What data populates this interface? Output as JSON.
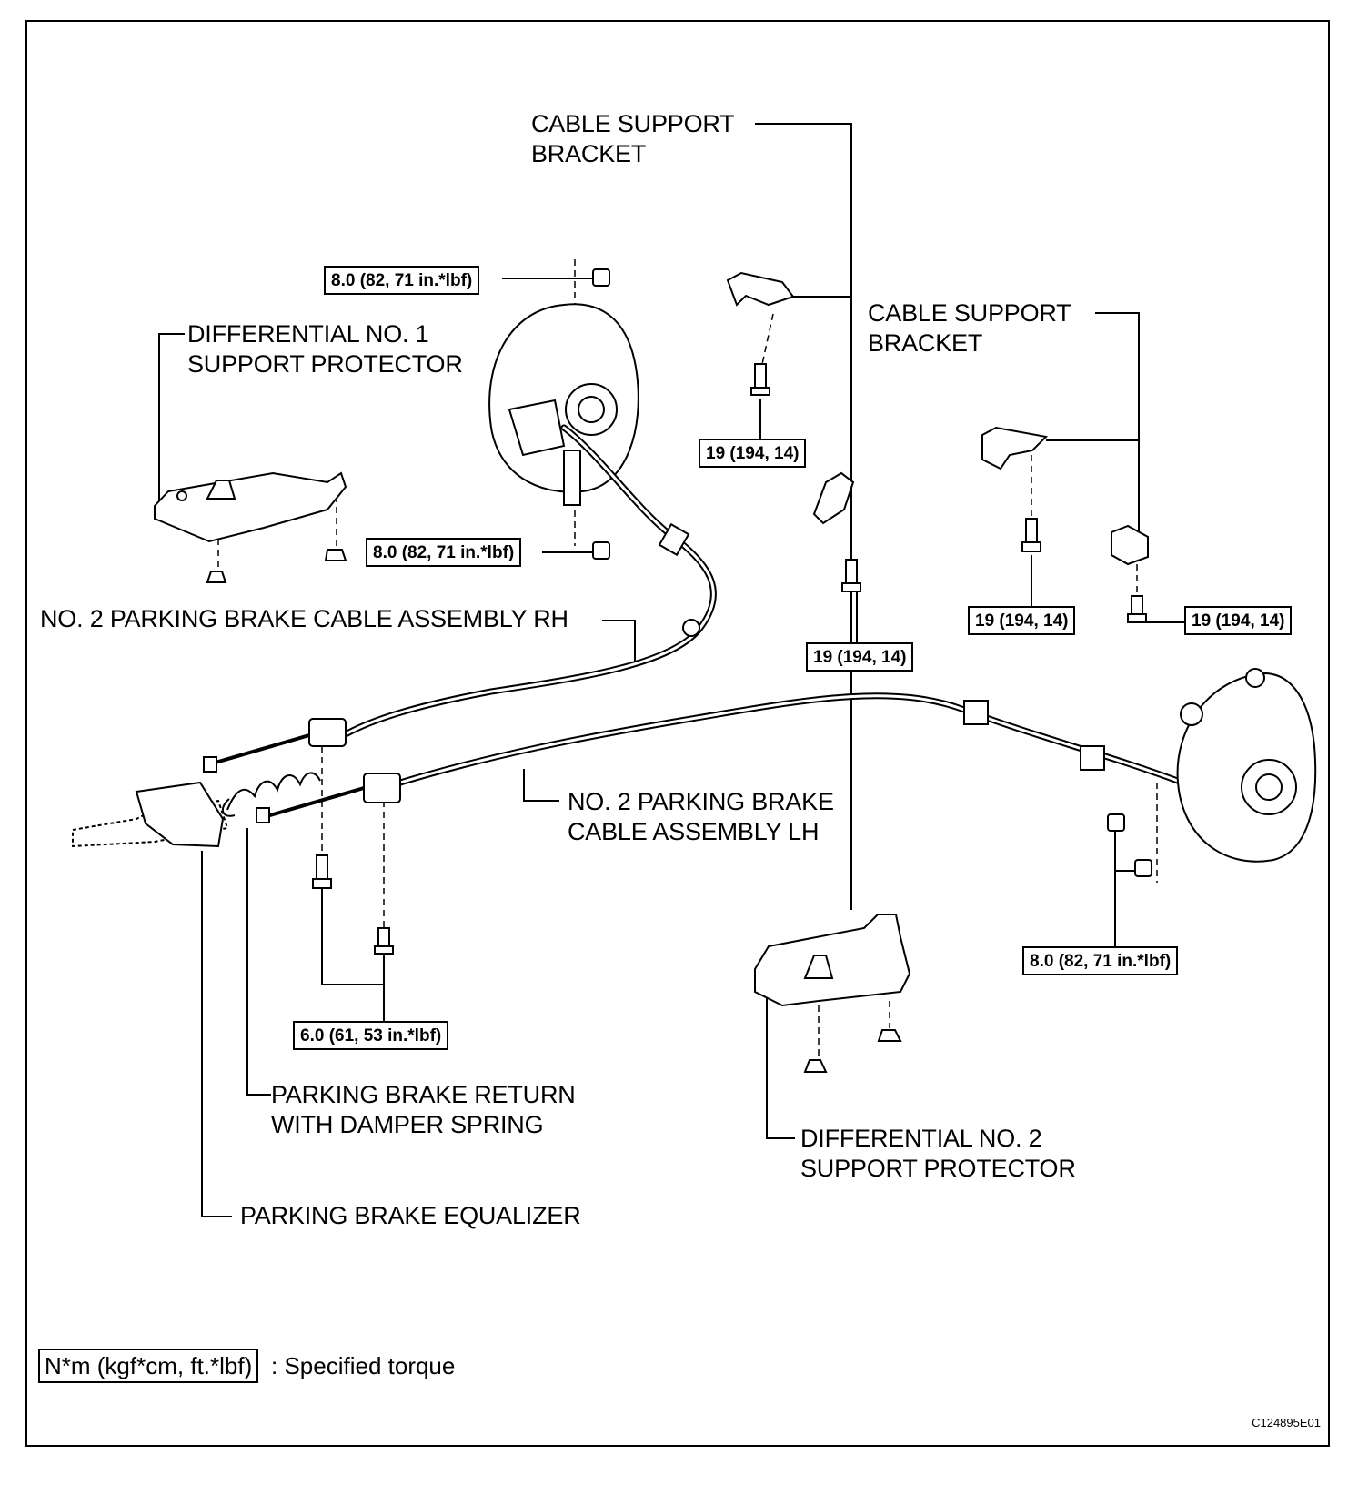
{
  "labels": {
    "cable_support_bracket_1": [
      "CABLE SUPPORT",
      "BRACKET"
    ],
    "cable_support_bracket_2": [
      "CABLE SUPPORT",
      "BRACKET"
    ],
    "diff_no1_protector": [
      "DIFFERENTIAL NO. 1",
      "SUPPORT PROTECTOR"
    ],
    "cable_rh": "NO. 2  PARKING BRAKE CABLE ASSEMBLY RH",
    "cable_lh": [
      "NO. 2 PARKING BRAKE",
      "CABLE ASSEMBLY LH"
    ],
    "return_spring": [
      "PARKING BRAKE RETURN",
      "WITH DAMPER SPRING"
    ],
    "equalizer": "PARKING BRAKE EQUALIZER",
    "diff_no2_protector": [
      "DIFFERENTIAL NO. 2",
      "SUPPORT PROTECTOR"
    ]
  },
  "torques": {
    "nut_top": "8.0 (82, 71 in.*lbf)",
    "nut_mid": "8.0 (82, 71 in.*lbf)",
    "bracket1_bolt": "19 (194, 14)",
    "bracket_mid_bolt": "19 (194, 14)",
    "bracket2_bolt_a": "19 (194, 14)",
    "bracket2_bolt_b": "19 (194, 14)",
    "lh_nut": "8.0 (82, 71 in.*lbf)",
    "equalizer_bolts": "6.0 (61, 53 in.*lbf)"
  },
  "legend": {
    "box": "N*m (kgf*cm, ft.*lbf)",
    "text": ": Specified torque"
  },
  "figure_code": "C124895E01"
}
